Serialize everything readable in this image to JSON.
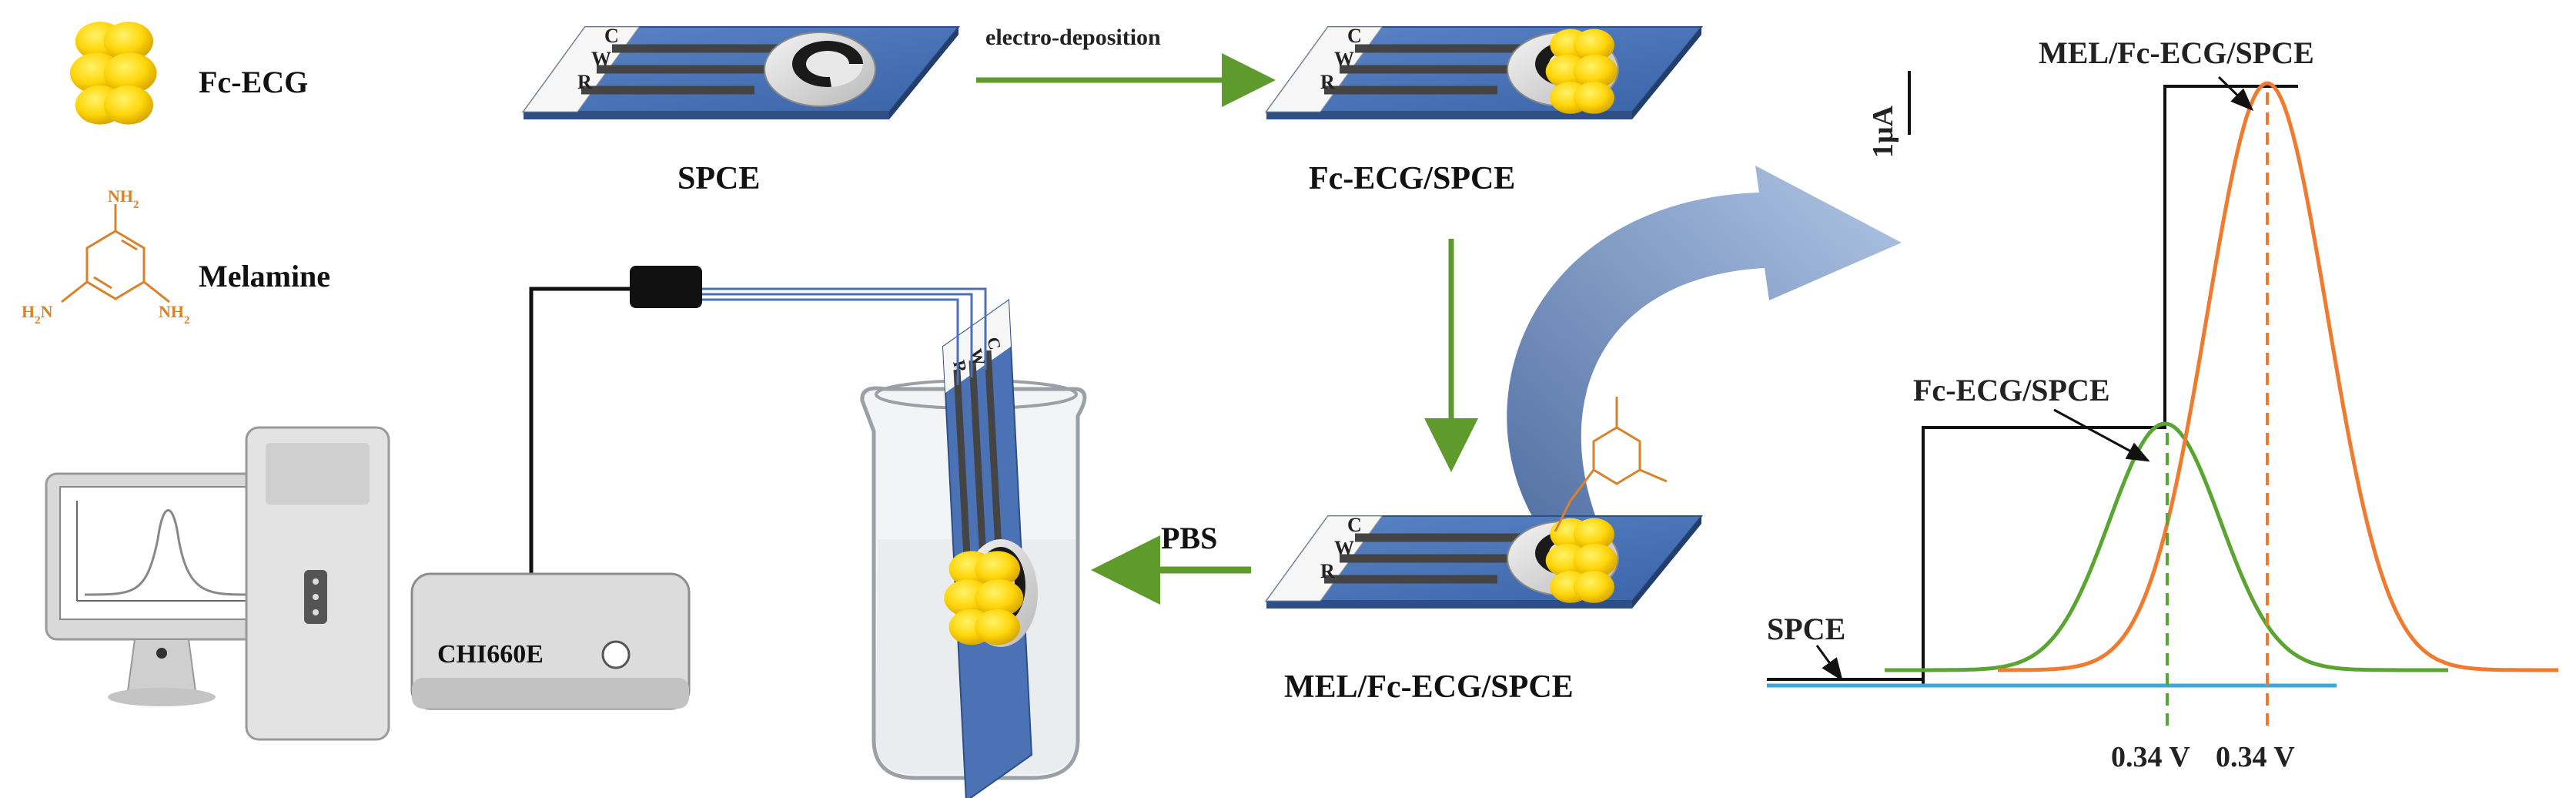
{
  "legend": {
    "fc_ecg": "Fc-ECG",
    "melamine": "Melamine",
    "nh2": "NH",
    "nh2_sub": "2",
    "h2n": "H",
    "h2n_sub": "2",
    "h2n_tail": "N"
  },
  "electrode": {
    "c": "C",
    "w": "W",
    "r": "R"
  },
  "steps": {
    "spce": "SPCE",
    "electro_deposition": "electro-deposition",
    "fc_ecg_spce": "Fc-ECG/SPCE",
    "mel_fc_ecg_spce": "MEL/Fc-ECG/SPCE",
    "pbs": "PBS"
  },
  "instrument": {
    "name": "CHI660E"
  },
  "colors": {
    "electrode_blue": "#4a72b4",
    "fc_ecg_yellow": "#ffd60a",
    "arrow_green": "#5e9a2c",
    "curve_orange": "#f07a2e",
    "curve_green": "#5aa532",
    "baseline_blue": "#3fa6d8",
    "curve_arrow": "#7c9cc8",
    "melamine_orange": "#d9822b"
  },
  "chart_data": {
    "type": "line",
    "scale_bar": "1μA",
    "series": [
      {
        "name": "MEL/Fc-ECG/SPCE",
        "peak_potential": "0.34 V",
        "relative_peak_height": 1.0
      },
      {
        "name": "Fc-ECG/SPCE",
        "peak_potential": "0.34 V",
        "relative_peak_height": 0.42
      },
      {
        "name": "SPCE",
        "relative_peak_height": 0.0
      }
    ],
    "x_tick_labels": [
      "0.34 V",
      "0.34 V"
    ]
  }
}
